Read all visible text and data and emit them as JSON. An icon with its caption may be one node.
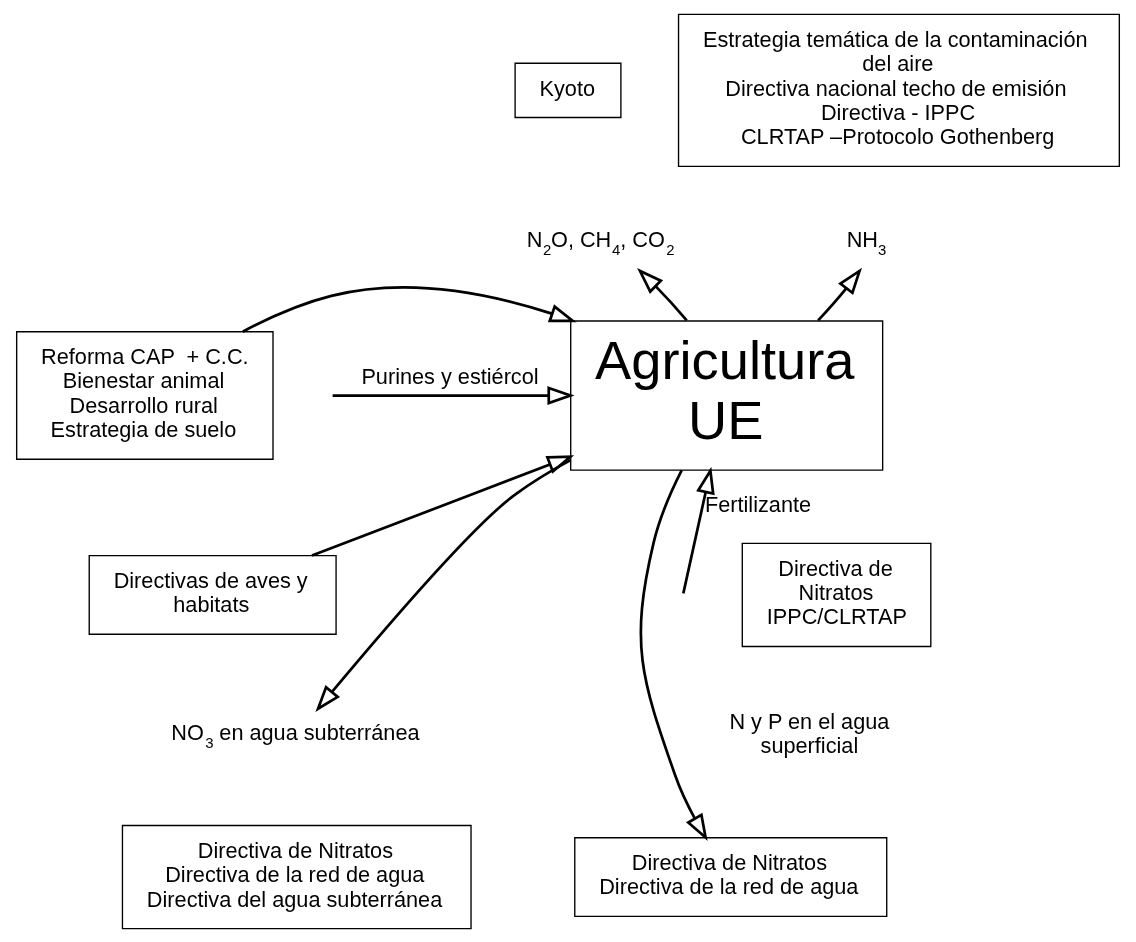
{
  "diagram": {
    "nodes": [
      {
        "text": [
          "Kyoto"
        ]
      },
      {
        "text": [
          "N$_{2}$O, CH$_{4}$, CO$_{2}$"
        ]
      },
      {
        "text": [
          "NH$_{3}$"
        ]
      },
      {
        "text": [
          "Estrategia temática de la contaminación del aire",
          "Directiva nacional techo de emisión",
          "Directiva - IPPC",
          "CLRTAP –Protocolo Gothenberg"
        ]
      },
      {
        "text": [
          "Agricultura UE"
        ]
      },
      {
        "text": [
          "Directiva de Nitratos IPPC/CLRTAP"
        ]
      },
      {
        "text": [
          "Reforma CAP  + C.C.",
          "Bienestar animal",
          "Desarrollo rural",
          "Estrategia de suelo"
        ]
      },
      {
        "text": [
          "Directivas de aves y habitats"
        ]
      },
      {
        "text": [
          "N y P en el agua superficial"
        ]
      },
      {
        "text": [
          "NO$_{3}$ en agua subterránea"
        ]
      },
      {
        "text": [
          "Directiva de Nitratos",
          "Directiva de la red de agua"
        ]
      },
      {
        "text": [
          "Directiva de Nitratos",
          "Directiva de la red de agua",
          "Directiva del agua subterránea"
        ]
      }
    ],
    "edges": [
      {
        "from": 4,
        "to": 1,
        "arrow": "to"
      },
      {
        "from": 4,
        "to": 2,
        "arrow": "to"
      },
      {
        "from": null,
        "to": 4,
        "arrow": "to",
        "label": "Purines y estiércol"
      },
      {
        "from": 6,
        "to": 4,
        "arrow": "to"
      },
      {
        "from": 7,
        "to": 4,
        "arrow": "to"
      },
      {
        "from": null,
        "to": 4,
        "arrow": "to",
        "label": "Fertilizante"
      },
      {
        "from": 4,
        "to": 10,
        "arrow": "to"
      },
      {
        "from": 4,
        "to": 9,
        "arrow": "to"
      }
    ]
  }
}
